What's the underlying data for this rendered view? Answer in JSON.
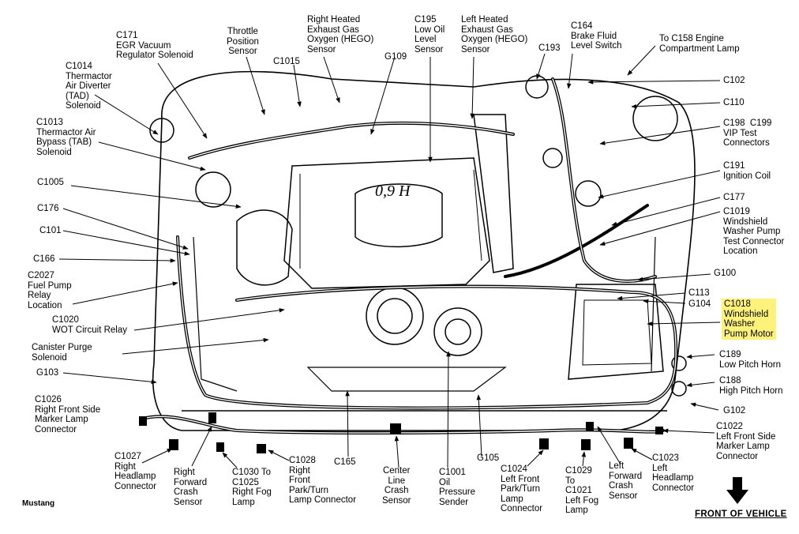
{
  "model": "Mustang",
  "front_label": "FRONT OF VEHICLE",
  "highlight_color": "#fff27a",
  "labels": {
    "c171": "C171\nEGR Vacuum\nRegulator Solenoid",
    "throttle": "Throttle\nPosition\nSensor",
    "c1015": "C1015",
    "rh_hego": "Right Heated\nExhaust Gas\nOxygen (HEGO)\nSensor",
    "g109": "G109",
    "c195": "C195\nLow Oil\nLevel\nSensor",
    "lh_hego": "Left Heated\nExhaust Gas\nOxygen (HEGO)\nSensor",
    "c193": "C193",
    "c164": "C164\nBrake Fluid\nLevel Switch",
    "c158": "To C158 Engine\nCompartment Lamp",
    "c1014": "C1014\nThermactor\nAir Diverter\n(TAD)\nSolenoid",
    "c1013": "C1013\nThermactor Air\nBypass (TAB)\nSolenoid",
    "c1005": "C1005",
    "c176": "C176",
    "c101": "C101",
    "c166": "C166",
    "c2027": "C2027\nFuel Pump\nRelay\nLocation",
    "c1020": "C1020\nWOT Circuit Relay",
    "canister": "Canister Purge\nSolenoid",
    "g103": "G103",
    "c1026": "C1026\nRight Front Side\nMarker Lamp\nConnector",
    "c102": "C102",
    "c110": "C110",
    "c198": "C198  C199\nVIP Test\nConnectors",
    "c191": "C191\nIgnition Coil",
    "c177": "C177",
    "c1019": "C1019\nWindshield\nWasher Pump\nTest Connector\nLocation",
    "g100": "G100",
    "c113": "C113",
    "g104": "G104",
    "c1018": "C1018\nWindshield\nWasher\nPump Motor",
    "c189": "C189\nLow Pitch Horn",
    "c188": "C188\nHigh Pitch Horn",
    "g102": "G102",
    "c1022": "C1022\nLeft Front Side\nMarker Lamp\nConnector",
    "c1027": "C1027\nRight\nHeadlamp\nConnector",
    "rfcs": "Right\nForward\nCrash\nSensor",
    "c1030": "C1030 To\nC1025\nRight Fog\nLamp",
    "c1028": "C1028\nRight\nFront\nPark/Turn\nLamp Connector",
    "c165": "C165",
    "cccs": "Center\nLine\nCrash\nSensor",
    "c1001": "C1001\nOil\nPressure\nSender",
    "g105": "G105",
    "c1024": "C1024\nLeft Front\nPark/Turn\nLamp\nConnector",
    "c1029": "C1029\nTo\nC1021\nLeft Fog\nLamp",
    "lfcs": "Left\nForward\nCrash\nSensor",
    "c1023": "C1023\nLeft\nHeadlamp\nConnector"
  }
}
